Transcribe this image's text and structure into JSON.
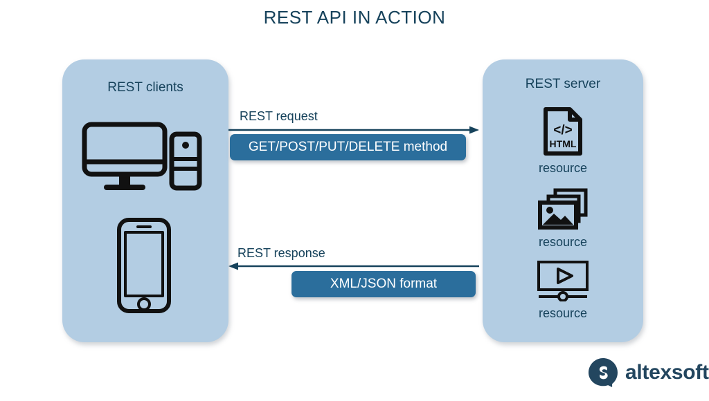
{
  "title": "REST API IN ACTION",
  "colors": {
    "panel_fill": "#b3cde3",
    "text_navy": "#16425b",
    "badge_blue": "#2b6e9c",
    "icon_black": "#111111",
    "brand_navy": "#23465f",
    "background": "#ffffff"
  },
  "clients_panel": {
    "title": "REST clients",
    "devices": [
      {
        "name": "desktop-computer-icon",
        "label": ""
      },
      {
        "name": "smartphone-icon",
        "label": ""
      }
    ]
  },
  "server_panel": {
    "title": "REST server",
    "resources": [
      {
        "icon": "html-document-icon",
        "icon_text": "HTML",
        "code_glyph": "</>",
        "label": "resource"
      },
      {
        "icon": "image-stack-icon",
        "label": "resource"
      },
      {
        "icon": "video-player-icon",
        "label": "resource"
      }
    ]
  },
  "flows": {
    "request": {
      "caption": "REST request",
      "direction": "left-to-right",
      "badge": "GET/POST/PUT/DELETE method"
    },
    "response": {
      "caption": "REST response",
      "direction": "right-to-left",
      "badge": "XML/JSON format"
    }
  },
  "brand": {
    "wordmark": "altexsoft",
    "mark": "speech-bubble-s-logo"
  }
}
